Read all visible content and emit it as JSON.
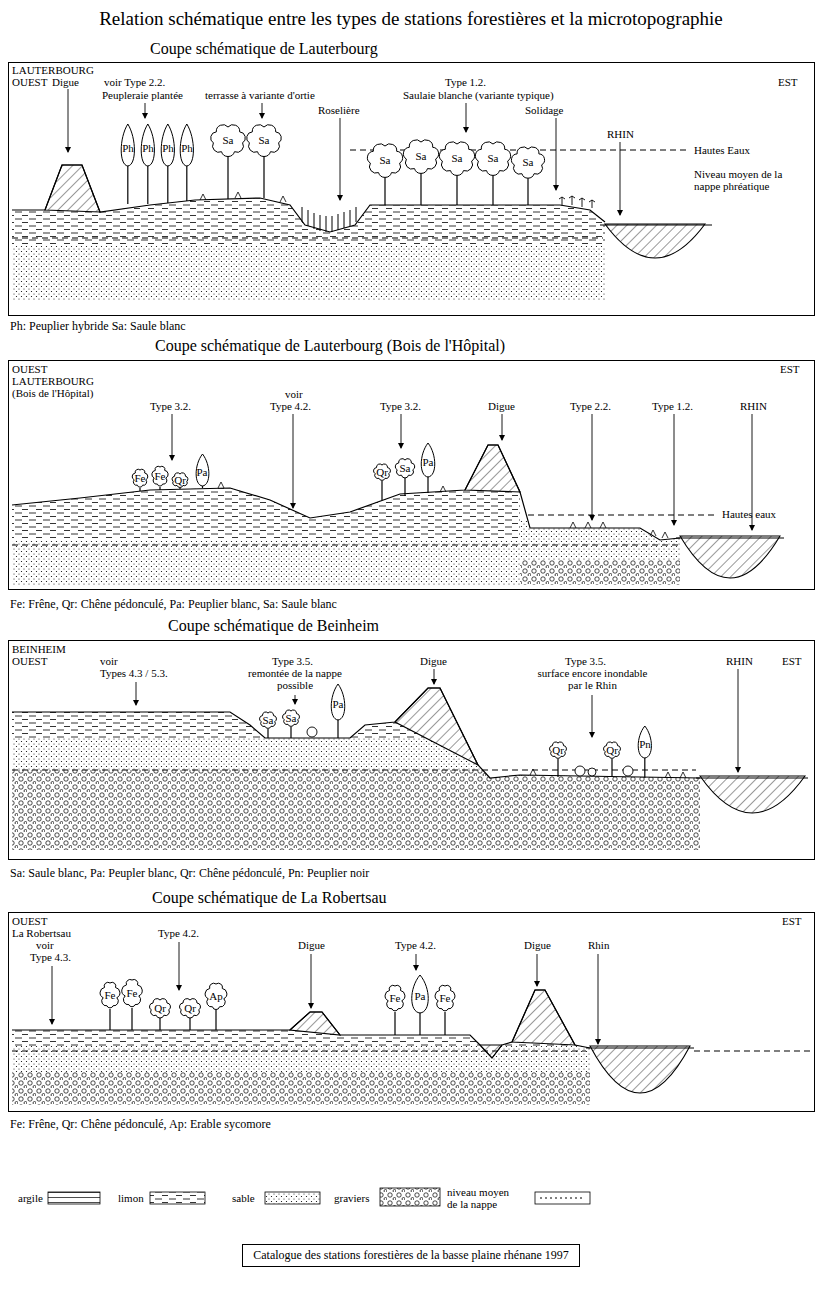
{
  "diagram": {
    "title": "Relation schématique entre les types de stations forestières et la microtopographie",
    "nodes": [
      {
        "text": [
          "Coupe schématique de Lauterbourg",
          "LAUTERBOURG",
          "OUEST",
          "Digue",
          "voir Type 2.2.",
          "Peupleraie plantée",
          "terrasse à variante d'ortie",
          "Roselière",
          "Type 1.2.",
          "Saulaie blanche (variante typique)",
          "Solidage",
          "EST",
          "RHIN",
          "Hautes Eaux",
          "Niveau moyen de la nappe phréatique"
        ]
      },
      {
        "text": [
          "Ph"
        ],
        "in": 0
      },
      {
        "text": [
          "Ph"
        ],
        "in": 0
      },
      {
        "text": [
          "Ph"
        ],
        "in": 0
      },
      {
        "text": [
          "Ph"
        ],
        "in": 0
      },
      {
        "text": [
          "Sa"
        ],
        "in": 0
      },
      {
        "text": [
          "Sa"
        ],
        "in": 0
      },
      {
        "text": [
          "Sa"
        ],
        "in": 0
      },
      {
        "text": [
          "Sa"
        ],
        "in": 0
      },
      {
        "text": [
          "Sa"
        ],
        "in": 0
      },
      {
        "text": [
          "Sa"
        ],
        "in": 0
      },
      {
        "text": [
          "Sa"
        ],
        "in": 0
      },
      {
        "text": [
          "Coupe schématique de Lauterbourg (Bois de l'Hôpital)",
          "OUEST",
          "LAUTERBOURG",
          "(Bois de l'Hôpital)",
          "Type 3.2.",
          "voir",
          "Type 4.2.",
          "Type 3.2.",
          "Digue",
          "Type 2.2.",
          "Type 1.2.",
          "RHIN",
          "EST",
          "Hautes eaux"
        ]
      },
      {
        "text": [
          "Fe"
        ],
        "in": 12
      },
      {
        "text": [
          "Fe"
        ],
        "in": 12
      },
      {
        "text": [
          "Qr"
        ],
        "in": 12
      },
      {
        "text": [
          "Pa"
        ],
        "in": 12
      },
      {
        "text": [
          "Qr"
        ],
        "in": 12
      },
      {
        "text": [
          "Sa"
        ],
        "in": 12
      },
      {
        "text": [
          "Pa"
        ],
        "in": 12
      },
      {
        "text": [
          "Coupe schématique de Beinheim",
          "BEINHEIM",
          "OUEST",
          "voir",
          "Types 4.3 / 5.3.",
          "Type 3.5.",
          "remontée de la nappe possible",
          "Digue",
          "Type 3.5.",
          "surface encore inondable par le Rhin",
          "RHIN",
          "EST"
        ]
      },
      {
        "text": [
          "Sa"
        ],
        "in": 20
      },
      {
        "text": [
          "Sa"
        ],
        "in": 20
      },
      {
        "text": [
          "Pa"
        ],
        "in": 20
      },
      {
        "text": [
          "Qr"
        ],
        "in": 20
      },
      {
        "text": [
          "Qr"
        ],
        "in": 20
      },
      {
        "text": [
          "Pn"
        ],
        "in": 20
      },
      {
        "text": [
          "Coupe schématique de La Robertsau",
          "OUEST",
          "La Robertsau",
          "voir",
          "Type 4.3.",
          "Type 4.2.",
          "Digue",
          "Type 4.2.",
          "Digue",
          "Rhin",
          "EST"
        ]
      },
      {
        "text": [
          "Fe"
        ],
        "in": 27
      },
      {
        "text": [
          "Fe"
        ],
        "in": 27
      },
      {
        "text": [
          "Qr"
        ],
        "in": 27
      },
      {
        "text": [
          "Qr"
        ],
        "in": 27
      },
      {
        "text": [
          "Ap"
        ],
        "in": 27
      },
      {
        "text": [
          "Fe"
        ],
        "in": 27
      },
      {
        "text": [
          "Pa"
        ],
        "in": 27
      },
      {
        "text": [
          "Fe"
        ],
        "in": 27
      },
      {
        "text": [
          "Catalogue des stations forestières de la basse plaine rhénane 1997"
        ]
      }
    ],
    "labels": [
      "Ph: Peuplier hybride Sa: Saule blanc",
      "Fe: Frêne, Qr: Chêne pédonculé, Pa: Peuplier blanc, Sa: Saule blanc",
      "Sa: Saule blanc, Pa: Peupler blanc, Qr: Chêne pédonculé, Pn: Peuplier noir",
      "Fe: Frêne, Qr: Chêne pédonculé, Ap: Erable sycomore"
    ],
    "legend": [
      {
        "text": "argile"
      },
      {
        "text": "limon"
      },
      {
        "text": "sable"
      },
      {
        "text": "graviers"
      },
      {
        "text": "niveau moyen de la nappe"
      }
    ]
  }
}
